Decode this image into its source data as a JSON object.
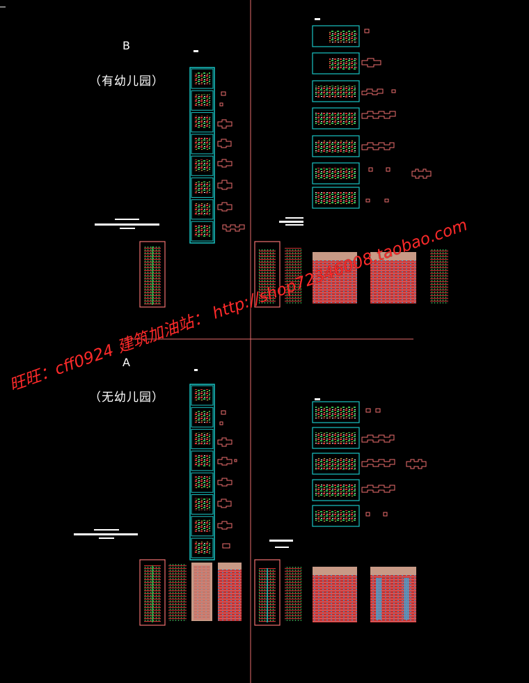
{
  "labels": {
    "top_letter": "B",
    "top_caption": "（有幼儿园）",
    "bottom_letter": "A",
    "bottom_caption": "（无幼儿园）"
  },
  "watermark": "旺旺：cff0924 建筑加油站： http://shop72346008.taobao.com",
  "colors": {
    "background": "#000000",
    "frame": "#19c4c4",
    "outline": "#f07070",
    "divider": "#e86d6d",
    "label": "#ffffff",
    "watermark": "#ff2a2a"
  }
}
